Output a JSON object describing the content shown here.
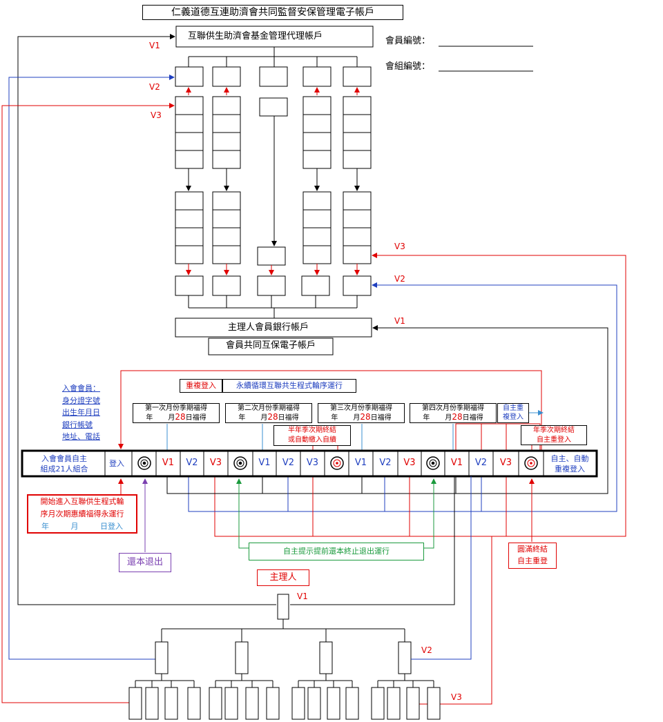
{
  "title": "仁義道德互連助濟會共同監督安保管理電子帳戶",
  "fund_account": "互聯供生助濟會基金管理代理帳戶",
  "member_no_label": "會員編號：",
  "group_no_label": "會組編號：",
  "host_bank_account": "主理人會員銀行帳戶",
  "shared_account": "會員共同互保電子帳戶",
  "join_info": [
    "入會會員：",
    "身分證字號",
    "出生年月日",
    "銀行帳號",
    "地址、電話"
  ],
  "repeat_login": "重複登入",
  "eternal_cycle": "永續循環互聯共生程式輪序運行",
  "periods": [
    {
      "line1": "第一次月份季期福得",
      "line2a": "年",
      "line2b": "月",
      "day": "28",
      "line2c": "日福得"
    },
    {
      "line1": "第二次月份季期福得",
      "line2a": "年",
      "line2b": "月",
      "day": "28",
      "line2c": "日福得"
    },
    {
      "line1": "第三次月份季期福得",
      "line2a": "年",
      "line2b": "月",
      "day": "28",
      "line2c": "日福得"
    },
    {
      "line1": "第四次月份季期福得",
      "line2a": "年",
      "line2b": "月",
      "day": "28",
      "line2c": "日福得"
    }
  ],
  "self_relogin": [
    "自主重",
    "複登入"
  ],
  "half_year_end": [
    "半年季次期終結",
    "或自動繳入自續"
  ],
  "year_end": [
    "年季次期終結",
    "自主重登入"
  ],
  "strip": {
    "first": [
      "入會會員自主",
      "組成21人組合"
    ],
    "login": "登入",
    "v1": "V1",
    "v2": "V2",
    "v3": "V3",
    "last": [
      "自主、自動",
      "重複登入"
    ]
  },
  "start_box": [
    "開始進入互聯供生程式輪",
    "序月次期惠續福得永運行"
  ],
  "start_date": [
    "年",
    "月",
    "日登入"
  ],
  "refund_exit": "還本退出",
  "early_exit": "自主提示提前還本終止退出運行",
  "complete_end": [
    "圓滿終結",
    "自主重登"
  ],
  "host": "主理人",
  "flow_labels": {
    "v1": "V1",
    "v2": "V2",
    "v3": "V3"
  },
  "colors": {
    "red": "#e00000",
    "blue": "#1f3fbf",
    "green": "#1a9a3c",
    "purple": "#7a3fb0",
    "cyan": "#3a8fd0"
  }
}
